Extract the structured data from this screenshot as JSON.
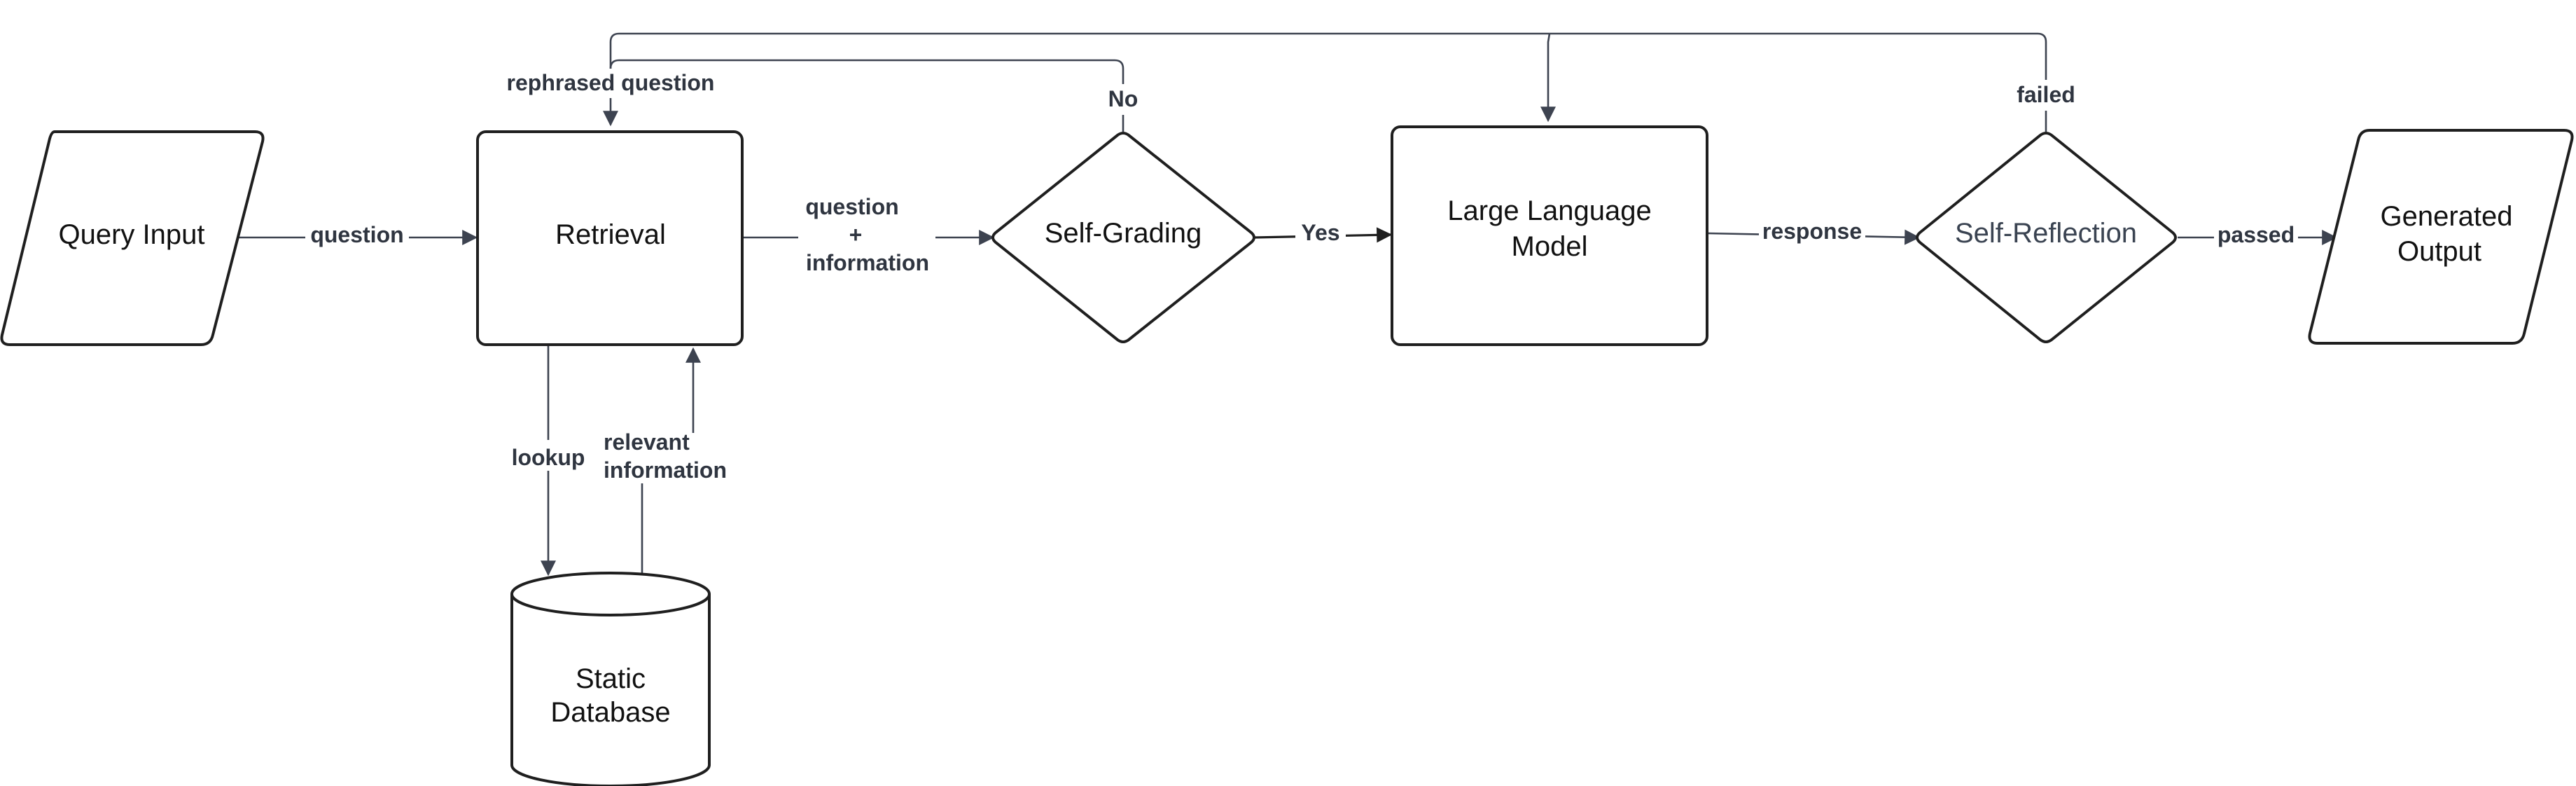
{
  "nodes": {
    "query_input": "Query Input",
    "retrieval": "Retrieval",
    "self_grading": "Self-Grading",
    "llm_line1": "Large Language",
    "llm_line2": "Model",
    "self_reflection": "Self-Reflection",
    "output_line1": "Generated",
    "output_line2": "Output",
    "db_line1": "Static",
    "db_line2": "Database"
  },
  "edges": {
    "question": "question",
    "qi_line1": "question",
    "qi_line2": "+",
    "qi_line3": "information",
    "yes": "Yes",
    "no": "No",
    "rephrased_question": "rephrased question",
    "response": "response",
    "passed": "passed",
    "failed": "failed",
    "lookup": "lookup",
    "relevant_line1": "relevant",
    "relevant_line2": "information"
  }
}
